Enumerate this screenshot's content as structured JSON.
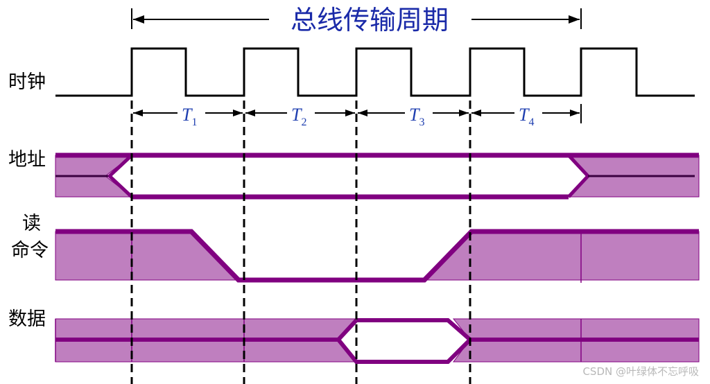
{
  "title": "总线传输周期",
  "signals": {
    "clock": "时钟",
    "address": "地址",
    "read_cmd_line1": "读",
    "read_cmd_line2": "命令",
    "data": "数据"
  },
  "periods": [
    {
      "T": "T",
      "sub": "1"
    },
    {
      "T": "T",
      "sub": "2"
    },
    {
      "T": "T",
      "sub": "3"
    },
    {
      "T": "T",
      "sub": "4"
    }
  ],
  "watermark": "CSDN @叶绿体不忘呼吸",
  "colors": {
    "title": "#1a2aa8",
    "period_label": "#1f3fb0",
    "signal_fill": "#bf7fbf",
    "signal_line": "#800080",
    "black": "#000000",
    "watermark": "#b8b8b8"
  }
}
